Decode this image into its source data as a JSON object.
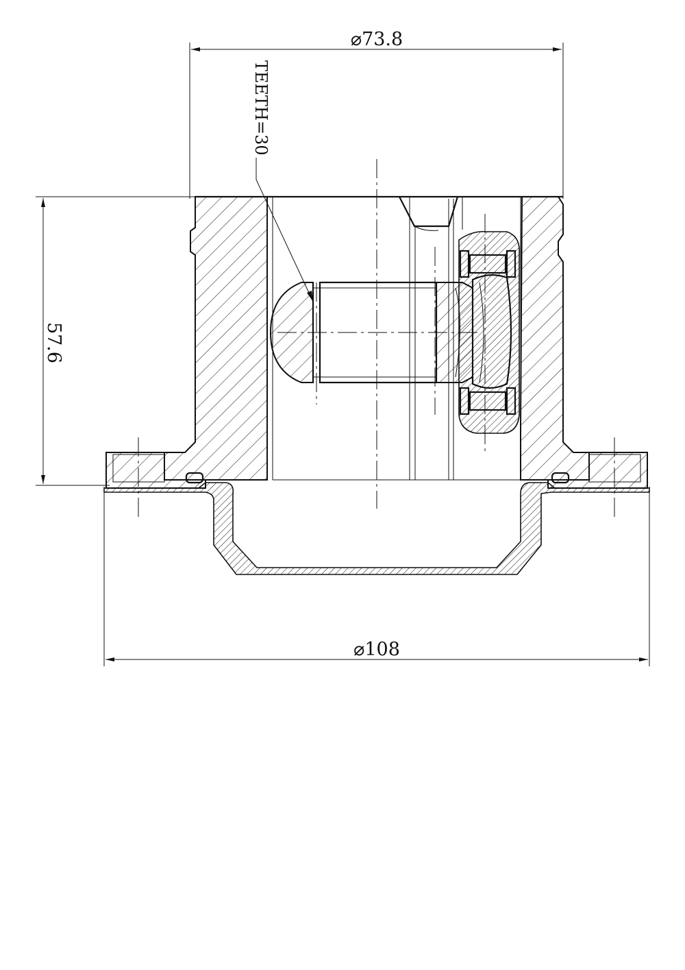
{
  "dimensions": {
    "top_diameter": "⌀73.8",
    "height": "57.6",
    "bottom_diameter": "⌀108"
  },
  "annotations": {
    "teeth": "TEETH=30"
  }
}
